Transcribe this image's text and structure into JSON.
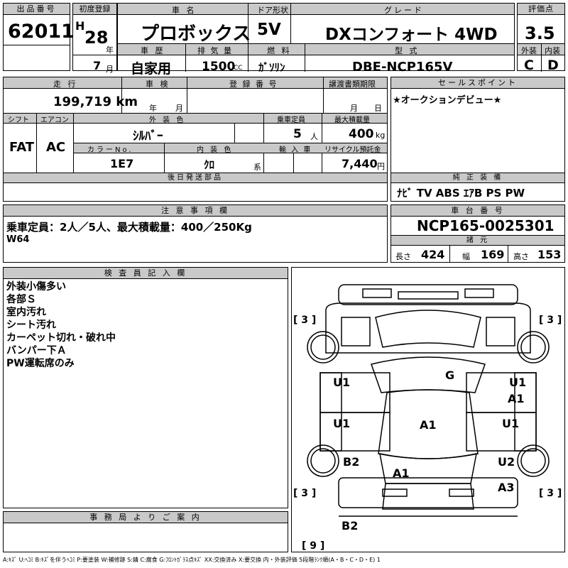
{
  "header": {
    "lot_label": "出品番号",
    "lot_number": "62011",
    "first_reg_label": "初度登録",
    "era": "H",
    "year_num": "28",
    "year_unit": "年",
    "month_num": "7",
    "month_unit": "月",
    "name_label": "車 名",
    "car_name": "プロボックス",
    "door_label": "ドア形状",
    "door": "5V",
    "grade_label": "グレード",
    "grade": "DXコンフォート 4WD",
    "score_label": "評価点",
    "score": "3.5",
    "history_label": "車 歴",
    "history": "自家用",
    "disp_label": "排 気 量",
    "displacement": "1500",
    "disp_unit": "CC",
    "fuel_label": "燃 料",
    "fuel": "ｶﾞｿﾘﾝ",
    "model_label": "型 式",
    "model_code": "DBE-NCP165V",
    "ext_label": "外装",
    "ext_grade": "C",
    "int_label": "内装",
    "int_grade": "D"
  },
  "row2": {
    "mileage_label": "走 行",
    "mileage": "199,719 km",
    "inspect_label": "車 検",
    "inspect_year": "年",
    "inspect_month": "月",
    "regno_label": "登 録 番 号",
    "transfer_label": "譲渡書類期限",
    "transfer_month": "月",
    "transfer_day": "日",
    "sales_label": "セールスポイント",
    "sales_point": "★オークションデビュー★",
    "shift_label": "シフト",
    "shift": "FAT",
    "ac_label": "エアコン",
    "ac": "AC",
    "extcolor_label": "外 装 色",
    "ext_color": "ｼﾙﾊﾞｰ",
    "capacity_label": "乗車定員",
    "capacity": "5",
    "capacity_unit": "人",
    "load_label": "最大積載量",
    "load": "400",
    "load_unit": "kg",
    "colorno_label": "カラーNo.",
    "color_no": "1E7",
    "intcolor_label": "内 装 色",
    "int_color": "ｸﾛ",
    "int_color_unit": "系",
    "import_label": "輸 入 車",
    "recycle_label": "リサイクル預託金",
    "recycle": "7,440",
    "recycle_unit": "円",
    "later_label": "後日発送部品",
    "equip_label": "純 正 装 備",
    "equipment": "ﾅﾋﾞ TV ABS ｴｱB PS PW"
  },
  "notes": {
    "label": "注 意 事 項 欄",
    "line1": "乗車定員：2人／5人、最大積載量：400／250Kg",
    "line2": "W64",
    "chassis_label": "車 台 番 号",
    "chassis": "NCP165-0025301",
    "spec_label": "諸 元",
    "len_label": "長さ",
    "length": "424",
    "wid_label": "幅",
    "width": "169",
    "hgt_label": "高さ",
    "height": "153"
  },
  "inspector": {
    "label": "検 査 員 記 入 欄",
    "lines": [
      "外装小傷多い",
      "各部Ｓ",
      "室内汚れ",
      "シート汚れ",
      "カーペット切れ・破れ中",
      "バンパー下Ａ",
      "PW運転席のみ"
    ]
  },
  "office": {
    "label": "事 務 局 よ り ご 案 内"
  },
  "diagram": {
    "marks": [
      "G",
      "U1",
      "U1",
      "A1",
      "U1",
      "U1",
      "A1",
      "B2",
      "A1",
      "U2",
      "A3",
      "B2"
    ],
    "brackets": [
      "[ 3 ]",
      "[ 3 ]",
      "[ 3 ]",
      "[ 3 ]",
      "[ 9 ]"
    ]
  },
  "legend": "A:ｷｽﾞ U:ﾍｺﾐ B:ｷｽﾞを伴うﾍｺﾐ P:要塗装 W:補修跡 S:錆 C:腐食 G:ﾌﾛﾝﾄｶﾞﾗｽ点ｷｽﾞ XX:交換済み X:要交換 内・外装評価 5段階ﾗﾝｸ順(A・B・C・D・E) 1"
}
